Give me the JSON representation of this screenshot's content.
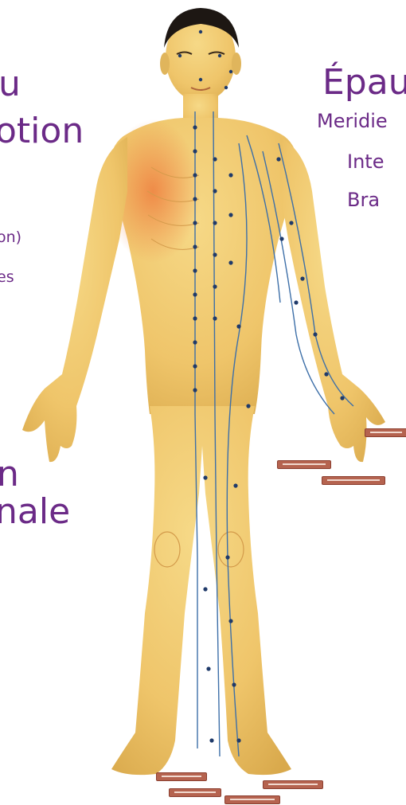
{
  "left_text": {
    "line1": "u",
    "line2": "otion",
    "line3": "on)",
    "line4": "es",
    "line5": "n",
    "line6": "nale"
  },
  "right_text": {
    "title": "Épau",
    "line1": "Meridie",
    "line2": "Inte",
    "line3": "Bra"
  },
  "colors": {
    "text": "#6b2a87",
    "skin": "#f2cf72",
    "skin_shadow": "#d9a94c",
    "meridian": "#3d6fa8",
    "tag": "#b5634f",
    "hair": "#1d1713"
  }
}
